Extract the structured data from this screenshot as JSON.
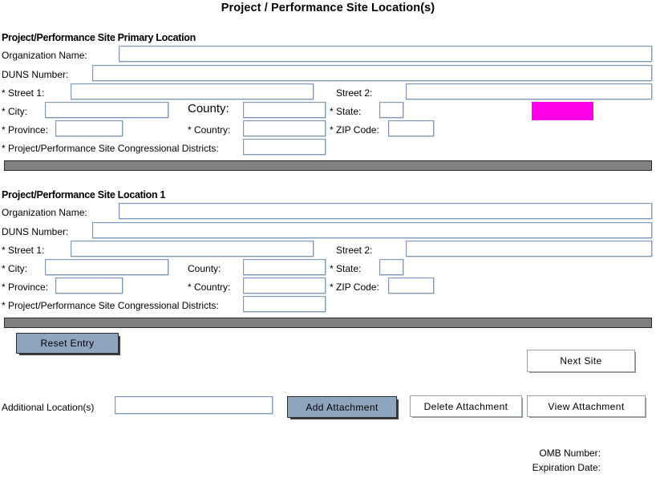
{
  "page": {
    "title": "Project / Performance Site Location(s)"
  },
  "sections": [
    {
      "heading": "Project/Performance Site Primary Location",
      "fields": {
        "organization_name": {
          "label": "Organization Name:",
          "value": ""
        },
        "duns_number": {
          "label": "DUNS Number:",
          "value": ""
        },
        "street1": {
          "label": "* Street 1:",
          "value": ""
        },
        "street2": {
          "label": "Street 2:",
          "value": ""
        },
        "city": {
          "label": "* City:",
          "value": ""
        },
        "county": {
          "label": "County:",
          "value": ""
        },
        "state": {
          "label": "* State:",
          "value": ""
        },
        "province": {
          "label": "* Province:",
          "value": ""
        },
        "country": {
          "label": "* Country:",
          "value": ""
        },
        "zip_code": {
          "label": "* ZIP Code:",
          "value": ""
        },
        "congressional_districts": {
          "label": "* Project/Performance Site Congressional Districts:",
          "value": ""
        }
      }
    },
    {
      "heading": "Project/Performance Site Location 1",
      "fields": {
        "organization_name": {
          "label": "Organization Name:",
          "value": ""
        },
        "duns_number": {
          "label": "DUNS Number:",
          "value": ""
        },
        "street1": {
          "label": "* Street 1:",
          "value": ""
        },
        "street2": {
          "label": "Street 2:",
          "value": ""
        },
        "city": {
          "label": "* City:",
          "value": ""
        },
        "county": {
          "label": "County:",
          "value": ""
        },
        "state": {
          "label": "* State:",
          "value": ""
        },
        "province": {
          "label": "* Province:",
          "value": ""
        },
        "country": {
          "label": "* Country:",
          "value": ""
        },
        "zip_code": {
          "label": "* ZIP Code:",
          "value": ""
        },
        "congressional_districts": {
          "label": "* Project/Performance Site Congressional Districts:",
          "value": ""
        }
      }
    }
  ],
  "highlight": {
    "name": "state-field-highlight",
    "color": "#ff00e8"
  },
  "buttons": {
    "reset_entry": "Reset Entry",
    "next_site": "Next Site",
    "add_attachment": "Add Attachment",
    "delete_attachment": "Delete Attachment",
    "view_attachment": "View  Attachment"
  },
  "additional_locations": {
    "label": "Additional Location(s)",
    "value": ""
  },
  "footer": {
    "omb_number_label": "OMB Number:",
    "omb_number_value": "",
    "expiration_date_label": "Expiration Date:",
    "expiration_date_value": ""
  },
  "colors": {
    "field_border": "#8099b8",
    "separator": "#808080",
    "button_active": "#8fa5bf",
    "highlight": "#ff00e8"
  }
}
